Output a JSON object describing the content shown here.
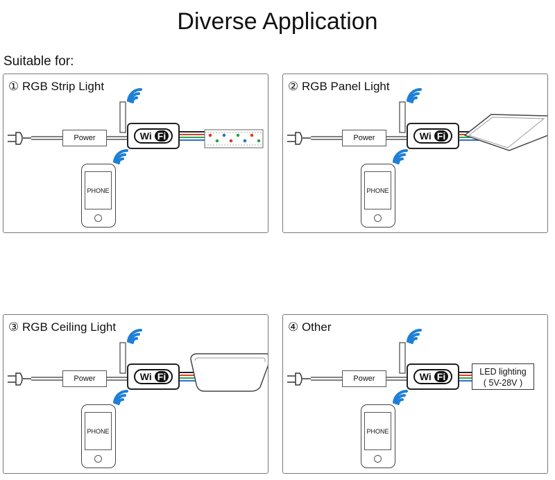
{
  "title": "Diverse Application",
  "subtitle": "Suitable for:",
  "panels": [
    {
      "label": "① RGB Strip Light",
      "power": "Power",
      "wifi_w": "Wi",
      "wifi_fi": "Fi",
      "phone": "PHONE"
    },
    {
      "label": "② RGB Panel Light",
      "power": "Power",
      "wifi_w": "Wi",
      "wifi_fi": "Fi",
      "phone": "PHONE"
    },
    {
      "label": "③ RGB Ceiling Light",
      "power": "Power",
      "wifi_w": "Wi",
      "wifi_fi": "Fi",
      "phone": "PHONE"
    },
    {
      "label": "④ Other",
      "power": "Power",
      "wifi_w": "Wi",
      "wifi_fi": "Fi",
      "phone": "PHONE",
      "led_line1": "LED lighting",
      "led_line2": "( 5V-28V )"
    }
  ],
  "colors": {
    "signal": "#1e7fd6",
    "wire_red": "#e23a2e",
    "wire_green": "#2aa84a",
    "wire_blue": "#2f6fd0",
    "wire_black": "#222222"
  },
  "icons": [
    "plug-icon",
    "wifi-signal-icon",
    "antenna-icon",
    "phone-icon"
  ]
}
